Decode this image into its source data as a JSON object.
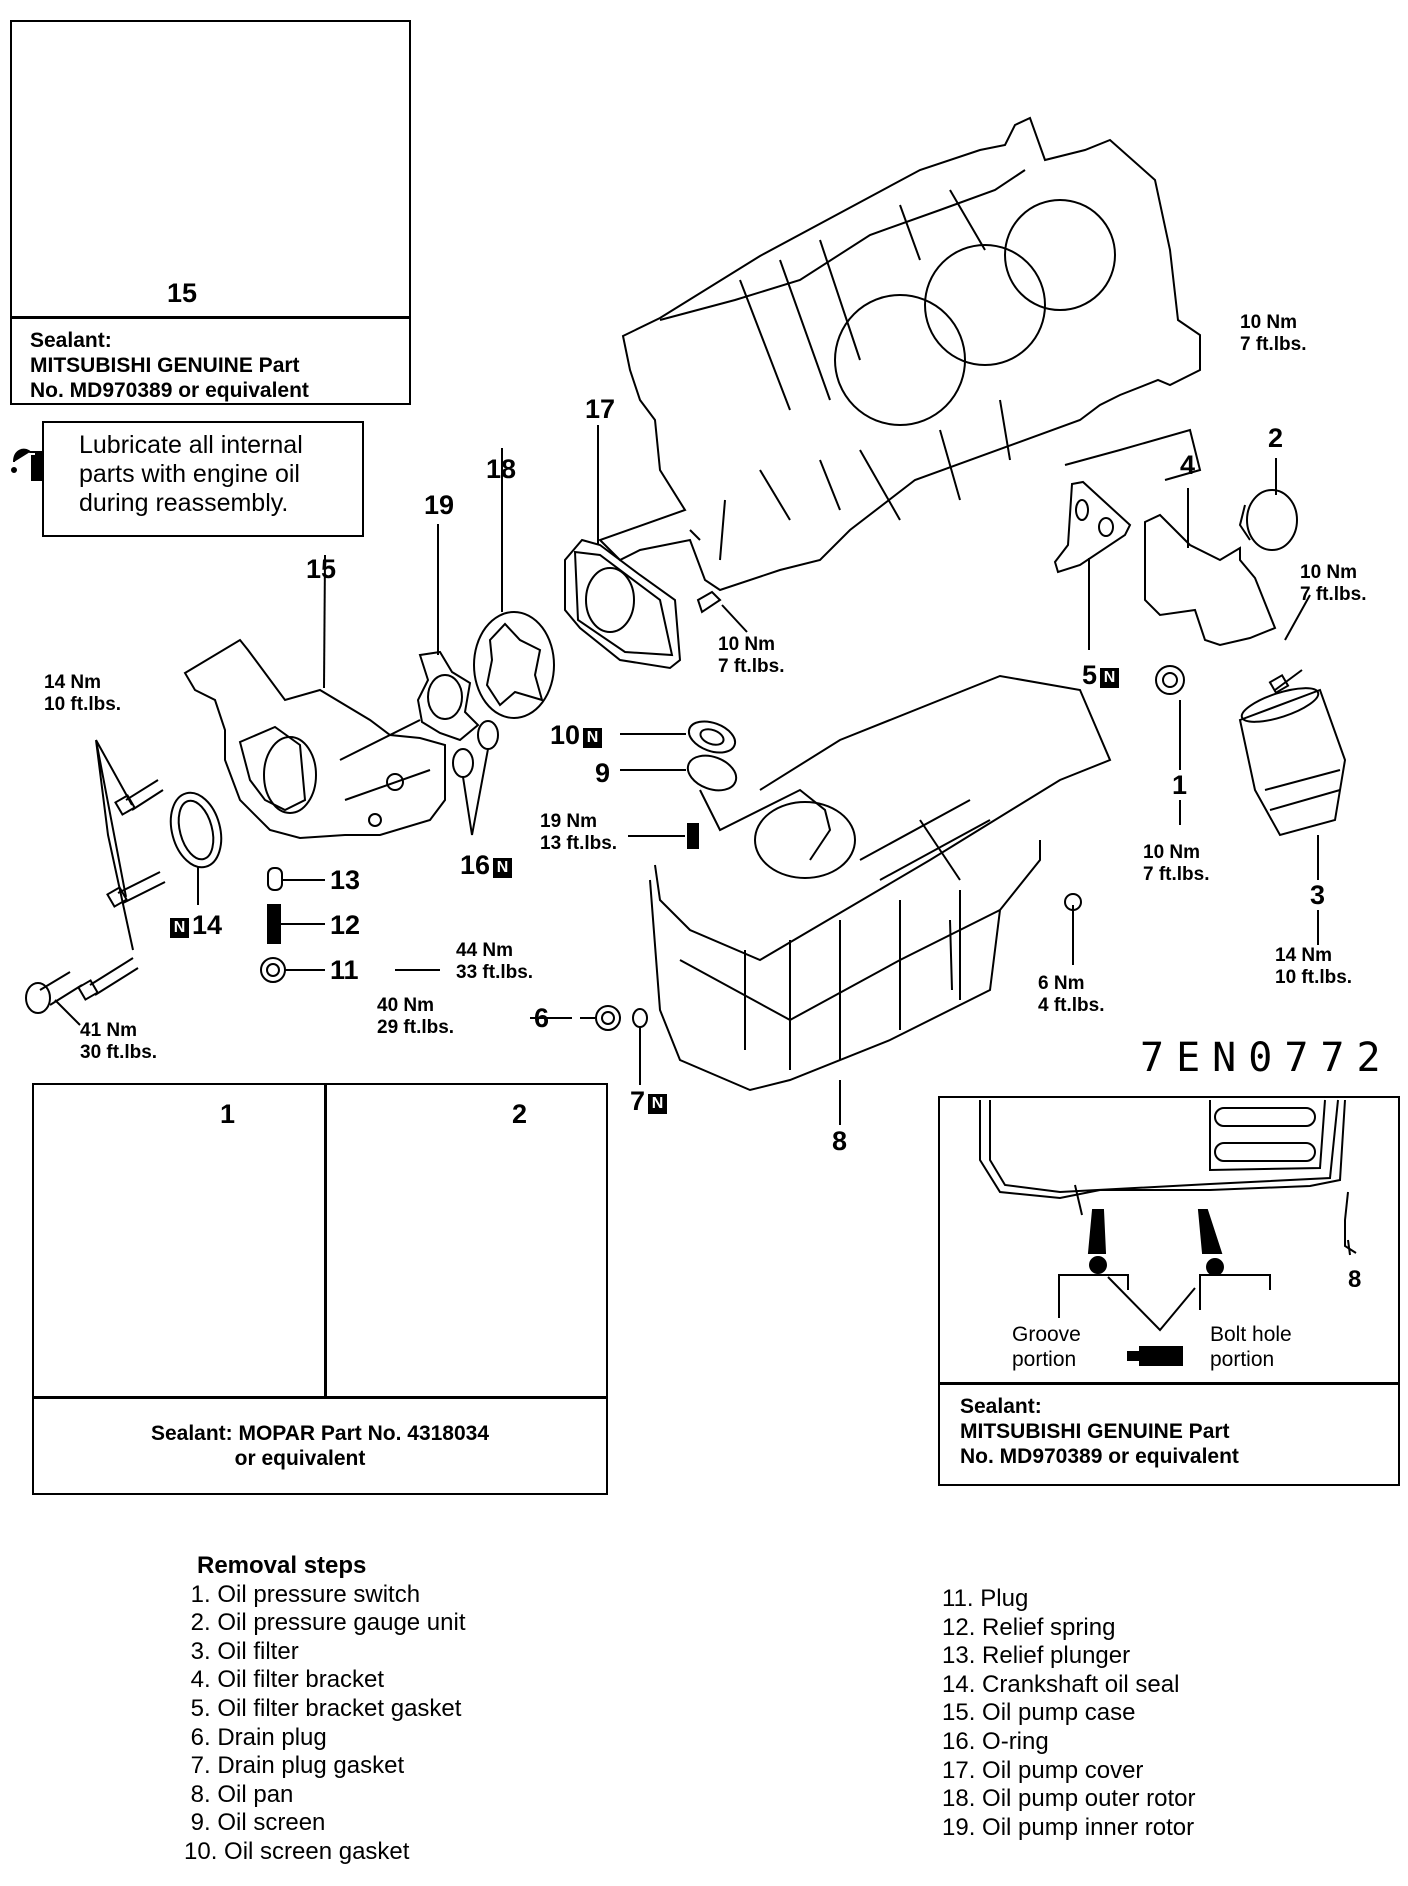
{
  "document": {
    "figure_code": "7EN0772"
  },
  "boxes": {
    "top_left_sealant": {
      "callout": "15",
      "lines": [
        "Sealant:",
        "MITSUBISHI GENUINE Part",
        "No. MD970389 or equivalent"
      ]
    },
    "lubricate_note": {
      "icon": "oil-can-icon",
      "lines": [
        "Lubricate all internal",
        "parts with engine oil",
        "during reassembly."
      ]
    },
    "bottom_left_sealant": {
      "callouts": [
        "1",
        "2"
      ],
      "lines": [
        "Sealant: MOPAR Part No. 4318034",
        "or equivalent"
      ]
    },
    "bottom_right_sealant": {
      "callout": "8",
      "label_groove": [
        "Groove",
        "portion"
      ],
      "label_bolt": [
        "Bolt hole",
        "portion"
      ],
      "lines": [
        "Sealant:",
        "MITSUBISHI GENUINE Part",
        "No. MD970389 or equivalent"
      ]
    }
  },
  "callouts": {
    "c1": "1",
    "c2": "2",
    "c3": "3",
    "c4": "4",
    "c5": "5",
    "c6": "6",
    "c7": "7",
    "c8": "8",
    "c9": "9",
    "c10": "10",
    "c11": "11",
    "c12": "12",
    "c13": "13",
    "c14": "14",
    "c15": "15",
    "c16": "16",
    "c17": "17",
    "c18": "18",
    "c19": "19",
    "n_badge": "N"
  },
  "torques": {
    "t_pump_bolts": "14 Nm\n10 ft.lbs.",
    "t_pump_long_bolt": "41 Nm\n30 ft.lbs.",
    "t_plug": "44 Nm\n33 ft.lbs.",
    "t_drain": "40 Nm\n29 ft.lbs.",
    "t_screen_bolt": "19 Nm\n13 ft.lbs.",
    "t_cover_screw": "10 Nm\n7 ft.lbs.",
    "t_gauge": "10 Nm\n7 ft.lbs.",
    "t_bracket_bolt": "10 Nm\n7 ft.lbs.",
    "t_switch": "10 Nm\n7 ft.lbs.",
    "t_filter": "14 Nm\n10 ft.lbs.",
    "t_pan_bolt": "6 Nm\n4 ft.lbs."
  },
  "removal_steps": {
    "title": "Removal steps",
    "left": [
      " 1. Oil pressure switch",
      " 2. Oil pressure gauge unit",
      " 3. Oil filter",
      " 4. Oil filter bracket",
      " 5. Oil filter bracket gasket",
      " 6. Drain plug",
      " 7. Drain plug gasket",
      " 8. Oil pan",
      " 9. Oil screen",
      "10. Oil screen gasket"
    ],
    "right": [
      "11. Plug",
      "12. Relief spring",
      "13. Relief plunger",
      "14. Crankshaft oil seal",
      "15. Oil pump case",
      "16. O-ring",
      "17. Oil pump cover",
      "18. Oil pump outer rotor",
      "19. Oil pump inner rotor"
    ]
  }
}
